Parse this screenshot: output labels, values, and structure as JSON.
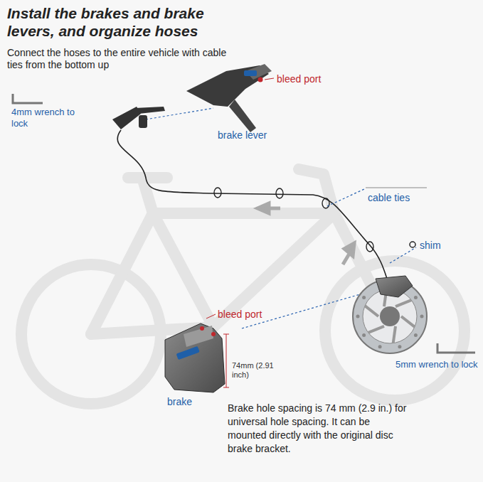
{
  "diagram": {
    "title": "Install the brakes and brake levers, and organize hoses",
    "labels": [
      "Connect the hoses to the entire vehicle with cable ties from the bottom up",
      "bleed port",
      "4mm wrench to lock",
      "brake lever",
      "cable ties",
      "shim",
      "bleed port",
      "74mm (2.91 inch)",
      "brake",
      "5mm wrench to lock",
      "Brake hole spacing is 74 mm (2.9 in.) for universal hole spacing. It can be mounted directly with the original disc brake bracket."
    ]
  }
}
